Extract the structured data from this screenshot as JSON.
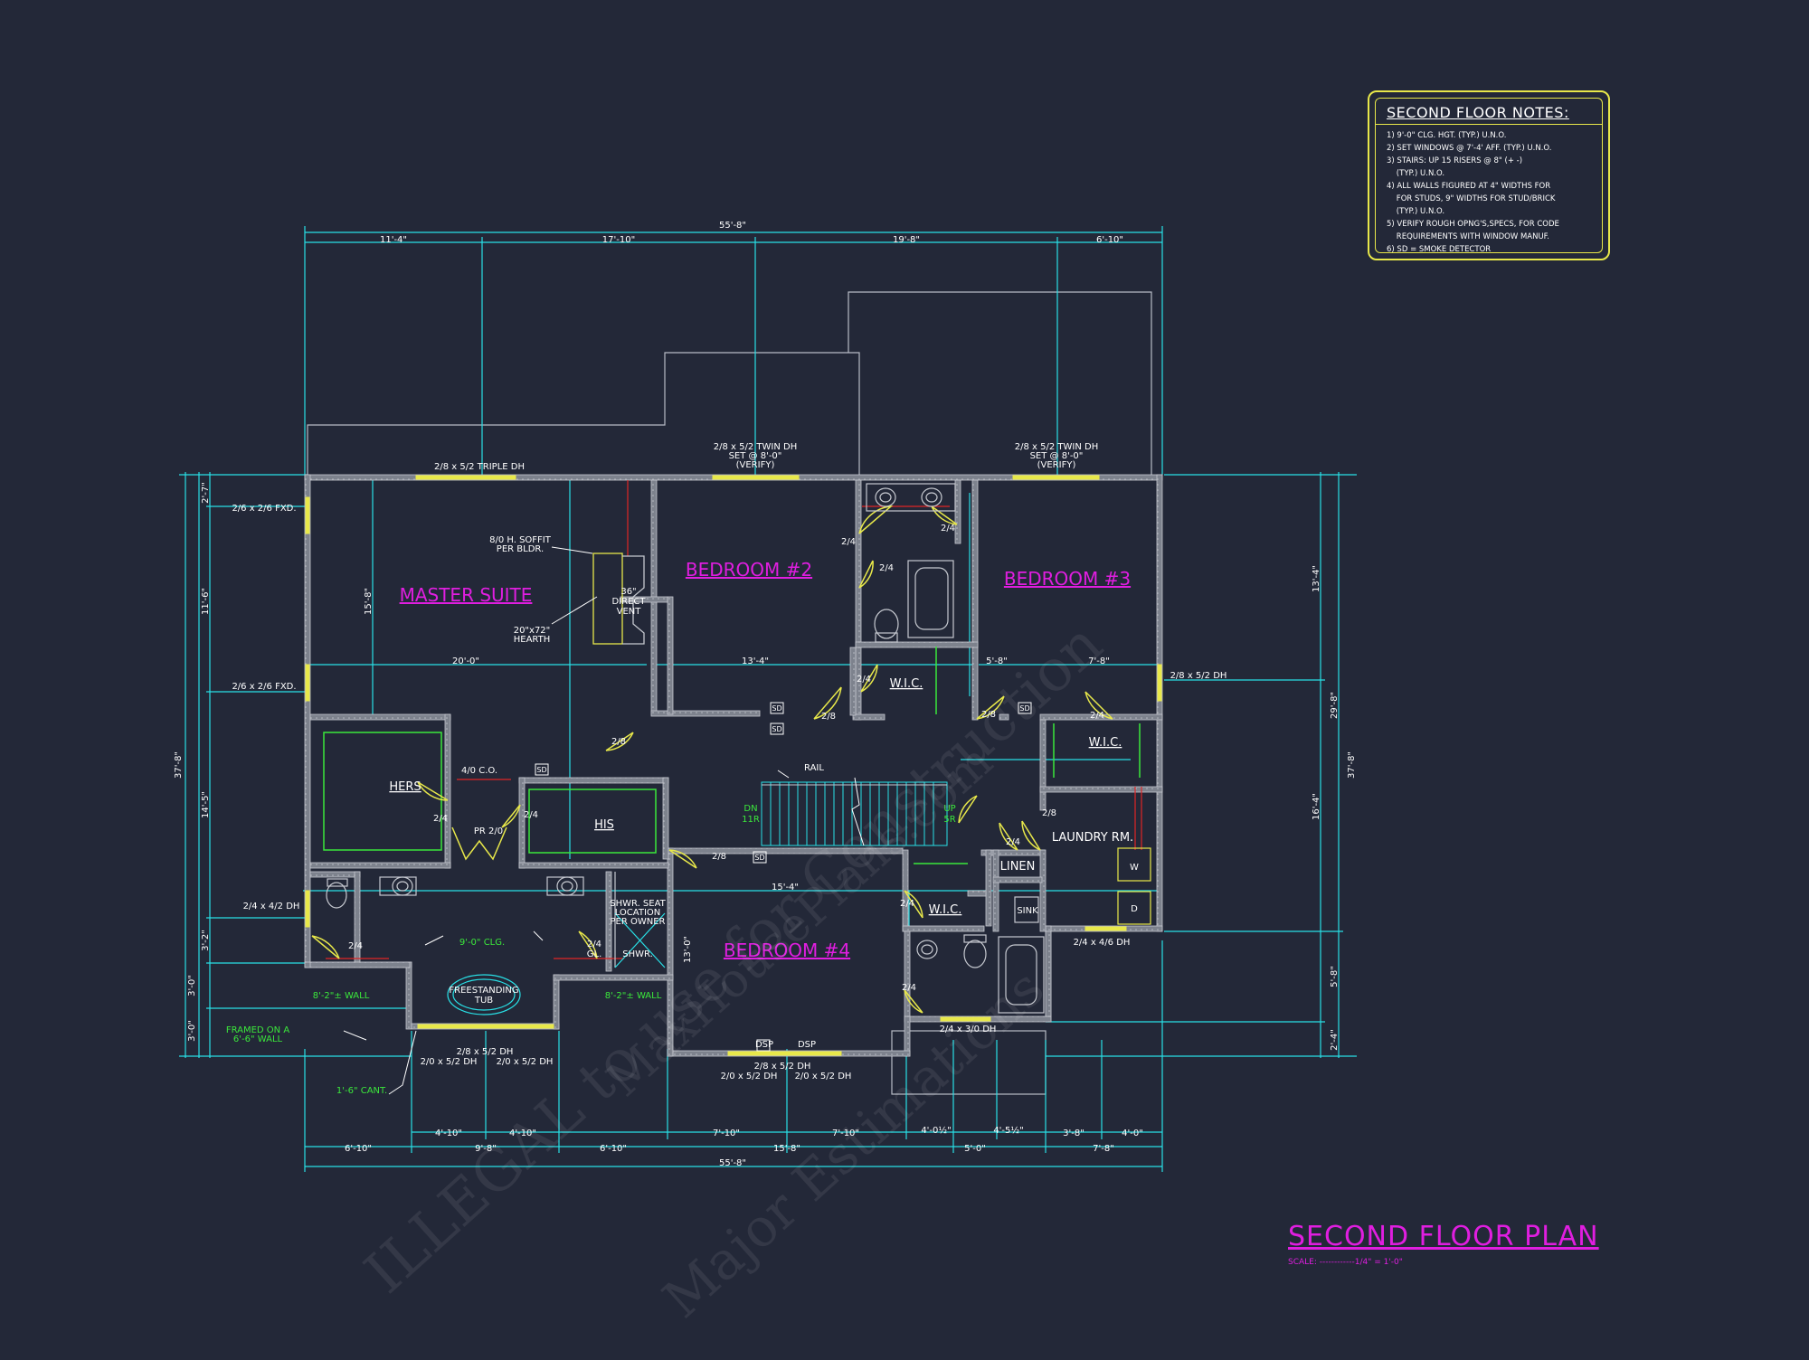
{
  "colors": {
    "background": "#232838",
    "wall": "#8a8f9a",
    "dimension": "#28e0e6",
    "room_label": "#e01ee0",
    "note_text": "#ffffff",
    "green_text": "#3be83b",
    "window": "#e8e84a",
    "door": "#e8e84a",
    "notes_border": "#e8e84a"
  },
  "watermark": {
    "line1": "ILLEGAL to use for Construction",
    "line2": "MaxHousePlans.com",
    "line3": "Major Estimations"
  },
  "notes": {
    "title": "SECOND FLOOR NOTES:",
    "items": [
      "1) 9'-0\" CLG. HGT. (TYP.) U.N.O.",
      "2) SET WINDOWS @ 7'-4' AFF. (TYP.) U.N.O.",
      "3) STAIRS: UP 15 RISERS @ 8\" (+ -)",
      "    (TYP.) U.N.O.",
      "4) ALL WALLS FIGURED AT 4\" WIDTHS FOR",
      "    FOR STUDS, 9\" WIDTHS FOR STUD/BRICK",
      "    (TYP.) U.N.O.",
      "5) VERIFY ROUGH OPNG'S,SPECS, FOR CODE",
      "    REQUIREMENTS WITH WINDOW MANUF.",
      "6) SD = SMOKE DETECTOR"
    ]
  },
  "plan": {
    "title": "SECOND FLOOR PLAN",
    "scale": "SCALE: ------------1/4\" = 1'-0\""
  },
  "rooms": [
    {
      "id": "master-suite",
      "label": "MASTER SUITE"
    },
    {
      "id": "bedroom-2",
      "label": "BEDROOM #2"
    },
    {
      "id": "bedroom-3",
      "label": "BEDROOM #3"
    },
    {
      "id": "bedroom-4",
      "label": "BEDROOM #4"
    },
    {
      "id": "hers",
      "label": "HERS"
    },
    {
      "id": "his",
      "label": "HIS"
    },
    {
      "id": "wic-1",
      "label": "W.I.C."
    },
    {
      "id": "wic-2",
      "label": "W.I.C."
    },
    {
      "id": "wic-3",
      "label": "W.I.C."
    },
    {
      "id": "laundry",
      "label": "LAUNDRY RM."
    },
    {
      "id": "linen",
      "label": "LINEN"
    }
  ],
  "top_dims": {
    "overall": "55'-8\"",
    "segments": [
      "11'-4\"",
      "17'-10\"",
      "19'-8\"",
      "6'-10\""
    ]
  },
  "bottom_dims": {
    "overall": "55'-8\"",
    "row1": [
      "4'-10\"",
      "4'-10\"",
      "7'-10\"",
      "7'-10\"",
      "4'-0½\"",
      "4'-5½\"",
      "3'-8\"",
      "4'-0\""
    ],
    "row2": [
      "6'-10\"",
      "9'-8\"",
      "6'-10\"",
      "15'-8\"",
      "5'-0\"",
      "7'-8\""
    ]
  },
  "left_dims": {
    "overall": "37'-8\"",
    "segments": [
      "2'-7\"",
      "11'-6\"",
      "14'-5\"",
      "3'-2\"",
      "3'-0\"",
      "3'-0\""
    ]
  },
  "right_dims": {
    "overall": "37'-8\"",
    "outer": [
      "13'-4\"",
      "29'-8\"",
      "16'-4\"",
      "5'-8\"",
      "2'-4\""
    ]
  },
  "annotations": {
    "win_triple": "2/8 x 5/2 TRIPLE DH",
    "win_twin_b2": "2/8 x 5/2 TWIN DH",
    "win_twin_b2_set": "SET @ 8'-0\"",
    "win_twin_b2_verify": "(VERIFY)",
    "win_twin_b3": "2/8 x 5/2 TWIN DH",
    "win_twin_b3_set": "SET @ 8'-0\"",
    "win_twin_b3_verify": "(VERIFY)",
    "fxd_1": "2/6 x 2/6 FXD.",
    "fxd_2": "2/6 x 2/6 FXD.",
    "win_left_bath": "2/4 x 4/2 DH",
    "win_right_b3": "2/8 x 5/2 DH",
    "win_laundry": "2/4 x 4/6 DH",
    "win_bath3": "2/4 x 3/0 DH",
    "win_b4_a": "2/8 x 5/2 DH",
    "win_b4_b": "2/0 x 5/2 DH",
    "win_b4_c": "2/0 x 5/2 DH",
    "win_mb_a": "2/8 x 5/2 DH",
    "win_mb_b": "2/0 x 5/2 DH",
    "win_mb_c": "2/0 x 5/2 DH",
    "soffit_1": "8/0 H. SOFFIT",
    "soffit_2": "PER BLDR.",
    "hearth_1": "20\"x72\"",
    "hearth_2": "HEARTH",
    "vent_1": "36\"",
    "vent_2": "DIRECT",
    "vent_3": "VENT",
    "master_w": "20'-0\"",
    "master_h": "15'-8\"",
    "b2_w": "13'-4\"",
    "b3_w": "7'-8\"",
    "b3_w2": "5'-8\"",
    "co": "4/0 C.O.",
    "pr": "PR 2/0",
    "rail": "RAIL",
    "dn": "DN",
    "dn_r": "11R",
    "up": "UP",
    "up_r": "5R",
    "shwr_seat_1": "SHWR. SEAT",
    "shwr_seat_2": "LOCATION",
    "shwr_seat_3": "PER OWNER",
    "shwr": "SHWR.",
    "gl_1": "2/4",
    "gl_2": "GL.",
    "tub_1": "FREESTANDING",
    "tub_2": "TUB",
    "clg": "9'-0\" CLG.",
    "wall_l": "8'-2\"± WALL",
    "wall_r": "8'-2\"± WALL",
    "framed_1": "FRAMED ON A",
    "framed_2": "6'-6\" WALL",
    "cant": "1'-6\" CANT.",
    "sink": "SINK",
    "w": "W",
    "d": "D",
    "dsp_1": "DSP",
    "dsp_2": "DSP",
    "b4_w": "15'-4\"",
    "b4_h": "13'-0\""
  },
  "doors": [
    "2/4",
    "2/4",
    "2/4",
    "2/4",
    "2/8",
    "2/8",
    "2/8",
    "2/4",
    "2/4",
    "2/4",
    "2/8",
    "2/4",
    "2/4",
    "2/4",
    "2/8",
    "2/4"
  ],
  "smoke_detectors": [
    "SD",
    "SD",
    "SD",
    "SD",
    "SD",
    "SD"
  ]
}
